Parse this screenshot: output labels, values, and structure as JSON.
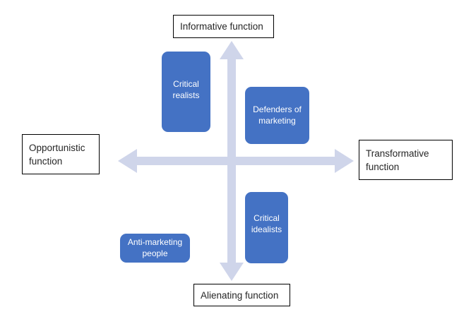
{
  "diagram": {
    "title": "Marketing stance quadrant diagram",
    "type": "2x2-quadrant",
    "colors": {
      "box_fill": "#4472C4",
      "box_text": "#FFFFFF",
      "axis_arrow": "#CFD5EA",
      "label_border": "#000000",
      "label_text": "#262626"
    },
    "axes": {
      "vertical": {
        "top_label": "Informative function",
        "bottom_label": "Alienating function"
      },
      "horizontal": {
        "left_label": "Opportunistic function",
        "right_label": "Transformative function"
      }
    },
    "axis_labels": [
      {
        "id": "informative",
        "text": "Informative function",
        "position": "top"
      },
      {
        "id": "opportunistic",
        "text": "Opportunistic\nfunction",
        "position": "left"
      },
      {
        "id": "transformative",
        "text": "Transformative\nfunction",
        "position": "right"
      },
      {
        "id": "alienating",
        "text": "Alienating function",
        "position": "bottom"
      }
    ],
    "items": [
      {
        "id": "critical-realists",
        "text": "Critical\nrealists",
        "quadrant": "top-left"
      },
      {
        "id": "defenders",
        "text": "Defenders of\nmarketing",
        "quadrant": "top-right"
      },
      {
        "id": "critical-idealists",
        "text": "Critical\nidealists",
        "quadrant": "bottom-right"
      },
      {
        "id": "anti-marketing",
        "text": "Anti-marketing\npeople",
        "quadrant": "bottom-left"
      }
    ]
  }
}
